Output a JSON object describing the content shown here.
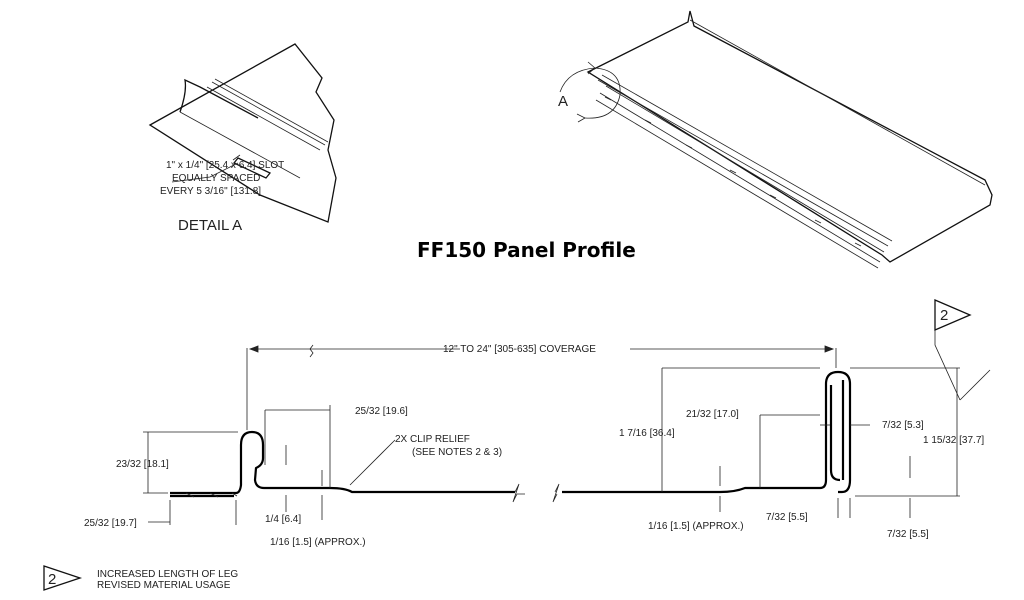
{
  "title": "FF150 Panel Profile",
  "detail": {
    "name": "DETAIL  A",
    "slot_line1": "1\" x 1/4\" [25.4 x 6.4] SLOT",
    "slot_line2": "EQUALLY SPACED",
    "slot_line3": "EVERY 5 3/16\" [131.8]"
  },
  "view_marker": "A",
  "dimensions": {
    "coverage": "12\" TO 24\" [305-635] COVERAGE",
    "left_top": "25/32 [19.6]",
    "clip_relief_1": "2X CLIP RELIEF",
    "clip_relief_2": "(SEE NOTES 2 & 3)",
    "left_height": "23/32 [18.1]",
    "left_foot": "25/32 [19.7]",
    "left_quarter": "1/4 [6.4]",
    "left_approx": "1/16 [1.5] (APPROX.)",
    "right_height": "1 7/16 [36.4]",
    "right_top": "21/32 [17.0]",
    "right_approx": "1/16 [1.5] (APPROX.)",
    "right_rib": "7/32 [5.3]",
    "right_total": "1 15/32 [37.7]",
    "right_bottom1": "7/32 [5.5]",
    "right_bottom2": "7/32 [5.5]"
  },
  "revision": {
    "flag": "2",
    "note_line1": "INCREASED LENGTH OF LEG",
    "note_line2": "REVISED MATERIAL USAGE"
  }
}
